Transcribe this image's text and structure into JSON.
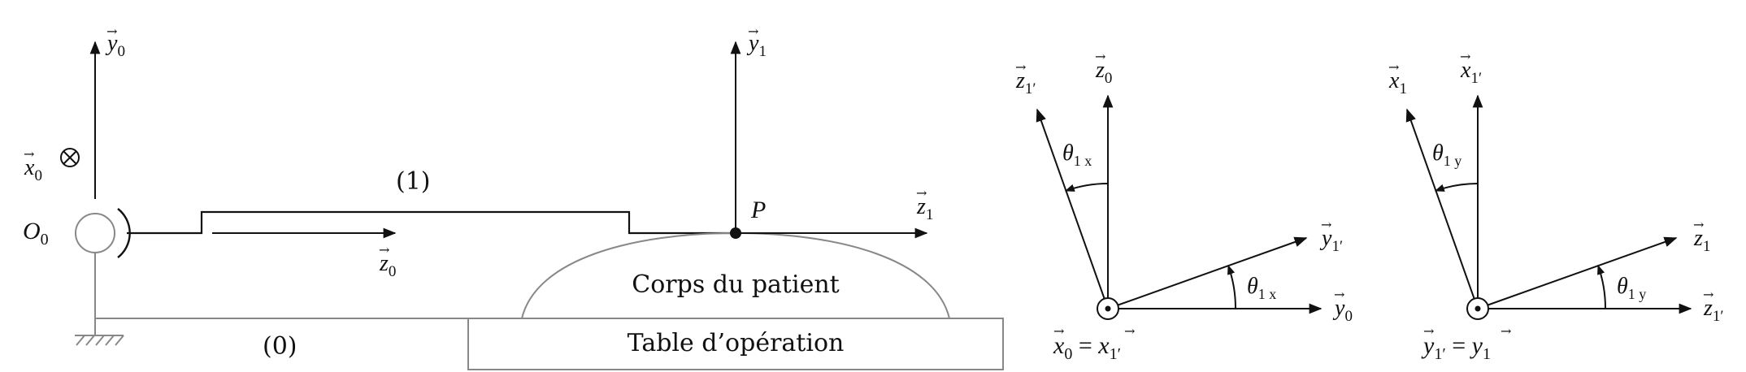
{
  "mechanism": {
    "origin_label": "O",
    "origin_sub": "0",
    "link1_label": "(1)",
    "link0_label": "(0)",
    "point_label": "P",
    "patient_label": "Corps du patient",
    "table_label": "Table d’opération",
    "x0": {
      "base": "x",
      "sub": "0"
    },
    "y0": {
      "base": "y",
      "sub": "0"
    },
    "z0": {
      "base": "z",
      "sub": "0"
    },
    "y1": {
      "base": "y",
      "sub": "1"
    },
    "z1": {
      "base": "z",
      "sub": "1"
    }
  },
  "figure_x": {
    "axis_up": {
      "base": "z",
      "sub": "0"
    },
    "axis_right": {
      "base": "y",
      "sub": "0"
    },
    "axis_rot_up": {
      "base": "z",
      "sub": "1′"
    },
    "axis_rot_right": {
      "base": "y",
      "sub": "1′"
    },
    "angle_top": {
      "base": "θ",
      "sub": "1 x"
    },
    "angle_bottom": {
      "base": "θ",
      "sub": "1 x"
    },
    "caption": {
      "lhs": "x",
      "lhs_sub": "0",
      "rhs": "x",
      "rhs_sub": "1′"
    }
  },
  "figure_y": {
    "axis_up": {
      "base": "x",
      "sub": "1′"
    },
    "axis_right": {
      "base": "z",
      "sub": "1′"
    },
    "axis_rot_up": {
      "base": "x",
      "sub": "1"
    },
    "axis_rot_right": {
      "base": "z",
      "sub": "1"
    },
    "angle_top": {
      "base": "θ",
      "sub": "1 y"
    },
    "angle_bottom": {
      "base": "θ",
      "sub": "1 y"
    },
    "caption": {
      "lhs": "y",
      "lhs_sub": "1′",
      "rhs": "y",
      "rhs_sub": "1"
    }
  }
}
